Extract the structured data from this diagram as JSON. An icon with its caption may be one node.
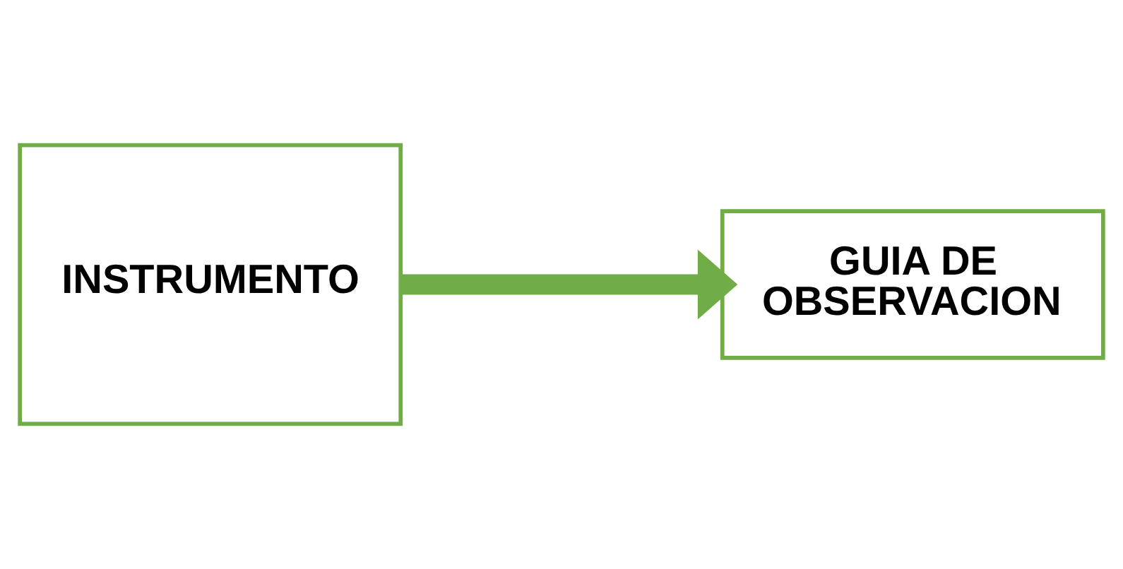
{
  "diagram": {
    "nodes": [
      {
        "text": [
          "INSTRUMENTO"
        ]
      },
      {
        "text": [
          "GUIA DE OBSERVACION"
        ]
      }
    ],
    "edges": [
      {
        "from": 0,
        "to": 1,
        "arrow": "to",
        "color": "#70ad47"
      }
    ]
  }
}
